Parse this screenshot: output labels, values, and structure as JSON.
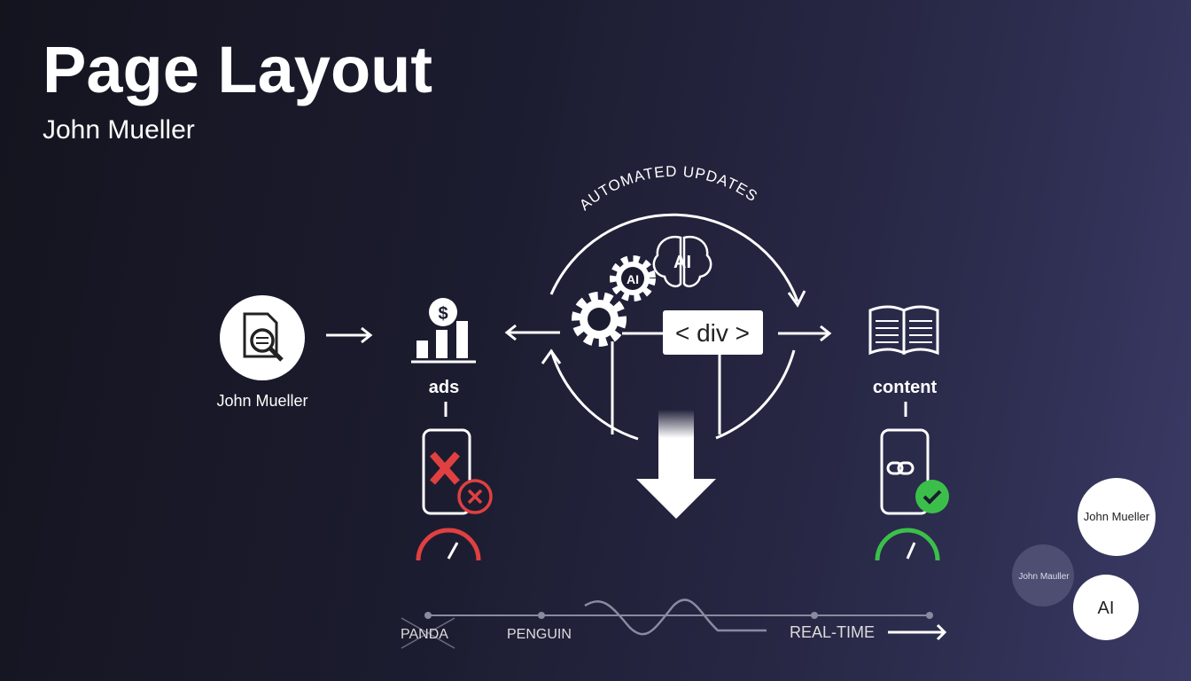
{
  "title": "Page Layout",
  "subtitle": "John Mueller",
  "nodes": {
    "source_label": "John Mueller",
    "ads_label": "ads",
    "ads_icon_text": "$",
    "content_label": "content",
    "div_label": "< div >",
    "gear_ai": "AI",
    "brain_ai": "AI",
    "arc_label": "AUTOMATED UPDATES"
  },
  "timeline": {
    "items": [
      "PANDA",
      "PENGUIN",
      "REAL-TIME"
    ]
  },
  "bubbles": {
    "large": "John Mueller",
    "faded": "John Mauller",
    "ai": "AI"
  },
  "colors": {
    "bad": "#e04040",
    "good": "#3cbf4a",
    "text": "#ffffff"
  }
}
